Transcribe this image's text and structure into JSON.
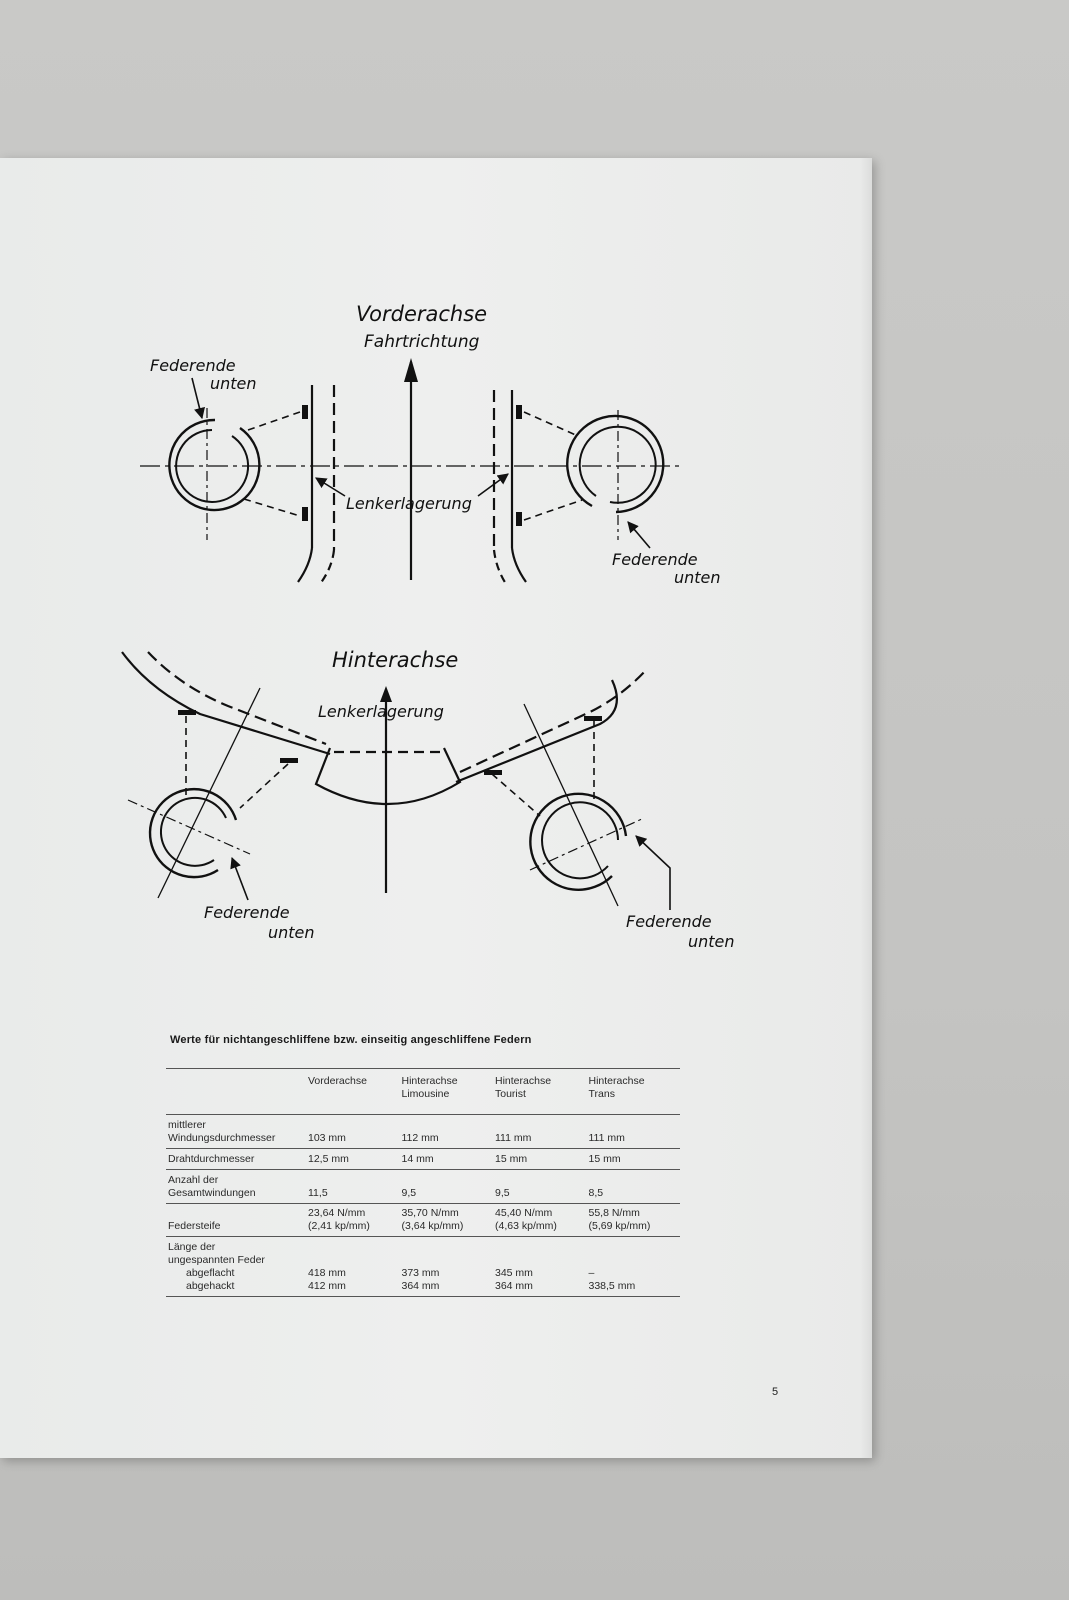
{
  "diagram": {
    "front": {
      "title": "Vorderachse",
      "subtitle": "Fahrtrichtung",
      "label_left_1": "Federende",
      "label_left_2": "unten",
      "center_label": "Lenkerlagerung",
      "label_right_1": "Federende",
      "label_right_2": "unten"
    },
    "rear": {
      "title": "Hinterachse",
      "center_label": "Lenkerlagerung",
      "label_left_1": "Federende",
      "label_left_2": "unten",
      "label_right_1": "Federende",
      "label_right_2": "unten"
    }
  },
  "table": {
    "caption": "Werte für nichtangeschliffene bzw. einseitig angeschliffene Federn",
    "headers": [
      {
        "line1": "",
        "line2": ""
      },
      {
        "line1": "Vorderachse",
        "line2": ""
      },
      {
        "line1": "Hinterachse",
        "line2": "Limousine"
      },
      {
        "line1": "Hinterachse",
        "line2": "Tourist"
      },
      {
        "line1": "Hinterachse",
        "line2": "Trans"
      }
    ],
    "rows": [
      {
        "label1": "mittlerer",
        "label2": "Windungsdurchmesser",
        "values": [
          "103 mm",
          "112 mm",
          "111 mm",
          "111 mm"
        ]
      },
      {
        "label1": "Drahtdurchmesser",
        "label2": "",
        "values": [
          "12,5 mm",
          "14 mm",
          "15 mm",
          "15 mm"
        ]
      },
      {
        "label1": "Anzahl der",
        "label2": "Gesamtwindungen",
        "values": [
          "11,5",
          "9,5",
          "9,5",
          "8,5"
        ]
      },
      {
        "label1": "Federsteife",
        "label2": "",
        "values": [
          "23,64 N/mm",
          "35,70 N/mm",
          "45,40 N/mm",
          "55,8 N/mm"
        ],
        "values2": [
          "(2,41 kp/mm)",
          "(3,64 kp/mm)",
          "(4,63 kp/mm)",
          "(5,69 kp/mm)"
        ]
      }
    ],
    "length_row": {
      "label1": "Länge der",
      "label2": "ungespannten Feder",
      "sub1": "abgeflacht",
      "sub2": "abgehackt",
      "flat": [
        "418 mm",
        "373 mm",
        "345 mm",
        "–"
      ],
      "hacked": [
        "412 mm",
        "364 mm",
        "364 mm",
        "338,5 mm"
      ]
    }
  },
  "page_number": "5"
}
